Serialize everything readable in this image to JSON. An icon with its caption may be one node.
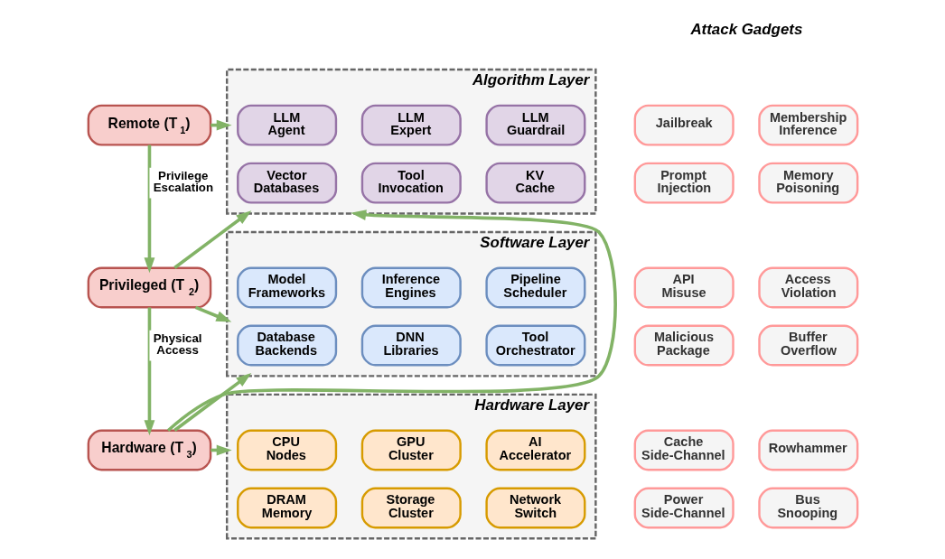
{
  "diagram": {
    "nodes": [
      {
        "text": [
          "Remote (T$_{1}$)"
        ]
      },
      {
        "text": [
          "Privileged (T$_{2}$)"
        ]
      },
      {
        "text": [
          "Hardware (T$_{3}$)"
        ]
      },
      {
        "text": [
          "Algorithm Layer"
        ]
      },
      {
        "text": [
          "LLM Agent"
        ],
        "in": 3
      },
      {
        "text": [
          "LLM Expert"
        ],
        "in": 3
      },
      {
        "text": [
          "LLM Guardrail"
        ],
        "in": 3
      },
      {
        "text": [
          "Vector Databases"
        ],
        "in": 3
      },
      {
        "text": [
          "Tool Invocation"
        ],
        "in": 3
      },
      {
        "text": [
          "KV Cache"
        ],
        "in": 3
      },
      {
        "text": [
          "Software Layer"
        ]
      },
      {
        "text": [
          "Model Frameworks"
        ],
        "in": 10
      },
      {
        "text": [
          "Inference Engines"
        ],
        "in": 10
      },
      {
        "text": [
          "Pipeline Scheduler"
        ],
        "in": 10
      },
      {
        "text": [
          "Database Backends"
        ],
        "in": 10
      },
      {
        "text": [
          "DNN Libraries"
        ],
        "in": 10
      },
      {
        "text": [
          "Tool Orchestrator"
        ],
        "in": 10
      },
      {
        "text": [
          "Hardware Layer"
        ]
      },
      {
        "text": [
          "CPU Nodes"
        ],
        "in": 17
      },
      {
        "text": [
          "GPU Cluster"
        ],
        "in": 17
      },
      {
        "text": [
          "AI Accelerator"
        ],
        "in": 17
      },
      {
        "text": [
          "DRAM Memory"
        ],
        "in": 17
      },
      {
        "text": [
          "Storage Cluster"
        ],
        "in": 17
      },
      {
        "text": [
          "Network Switch"
        ],
        "in": 17
      },
      {
        "text": [
          "Jailbreak"
        ]
      },
      {
        "text": [
          "Membership Inference"
        ]
      },
      {
        "text": [
          "Prompt Injection"
        ]
      },
      {
        "text": [
          "Memory Poisoning"
        ]
      },
      {
        "text": [
          "API Misuse"
        ]
      },
      {
        "text": [
          "Access Violation"
        ]
      },
      {
        "text": [
          "Malicious Package"
        ]
      },
      {
        "text": [
          "Buffer Overflow"
        ]
      },
      {
        "text": [
          "Cache Side-Channel"
        ]
      },
      {
        "text": [
          "Rowhammer"
        ]
      },
      {
        "text": [
          "Power Side-Channel"
        ]
      },
      {
        "text": [
          "Bus Snooping"
        ]
      }
    ],
    "edges": [
      {
        "from": 0,
        "to": 1,
        "arrow": "to",
        "label": "Privilege Escalation"
      },
      {
        "from": 1,
        "to": 2,
        "arrow": "to",
        "label": "Physical Access"
      },
      {
        "from": 0,
        "to": 3,
        "arrow": "to"
      },
      {
        "from": 1,
        "to": 3,
        "arrow": "to"
      },
      {
        "from": 2,
        "to": 3,
        "arrow": "to"
      },
      {
        "from": 1,
        "to": 10,
        "arrow": "to"
      },
      {
        "from": 2,
        "to": 10,
        "arrow": "to"
      },
      {
        "from": 2,
        "to": 17,
        "arrow": "to"
      }
    ],
    "labels": [
      "Attack Gadgets"
    ]
  }
}
